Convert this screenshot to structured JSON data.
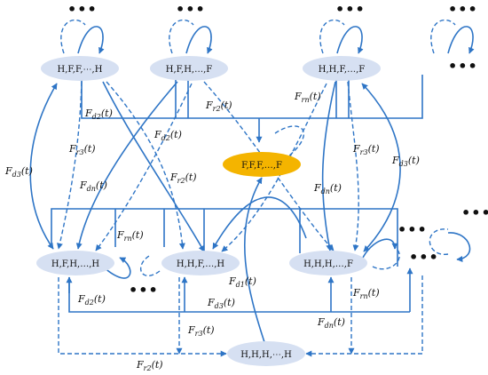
{
  "colors": {
    "arrow": "#2e75c6",
    "node_fill": "#d6e0f2",
    "target_fill": "#f4b400",
    "text": "#111111"
  },
  "nodes": {
    "n_hff_h": "H,F,F,⋯,H",
    "n_hfh_f": "H,F,H,…,F",
    "n_hhf_f": "H,H,F,…,F",
    "n_fff_f": "F,F,F,…,F",
    "n_hfh_h": "H,F,H,…,H",
    "n_hhf_h": "H,H,F,…,H",
    "n_hhh_f": "H,H,H,…,F",
    "n_hhh_h": "H,H,H,⋯,H"
  },
  "ellipsis": "•••",
  "labels": {
    "Fd2_a": {
      "main": "F",
      "sub": "d2",
      "arg": "(t)"
    },
    "Fr2_a": {
      "main": "F",
      "sub": "r2",
      "arg": "(t)"
    },
    "Frn_a": {
      "main": "F",
      "sub": "rn",
      "arg": "(t)"
    },
    "Fd2_b": {
      "main": "F",
      "sub": "d2",
      "arg": "(t)"
    },
    "Fr3_a": {
      "main": "F",
      "sub": "r3",
      "arg": "(t)"
    },
    "Fr3_b": {
      "main": "F",
      "sub": "r3",
      "arg": "(t)"
    },
    "Fd3_a": {
      "main": "F",
      "sub": "d3",
      "arg": "(t)"
    },
    "Fd3_b": {
      "main": "F",
      "sub": "d3",
      "arg": "(t)"
    },
    "Fr2_b": {
      "main": "F",
      "sub": "r2",
      "arg": "(t)"
    },
    "Fdn_a": {
      "main": "F",
      "sub": "dn",
      "arg": "(t)"
    },
    "Fdn_b": {
      "main": "F",
      "sub": "dn",
      "arg": "(t)"
    },
    "Frn_b": {
      "main": "F",
      "sub": "rn",
      "arg": "(t)"
    },
    "Fd1": {
      "main": "F",
      "sub": "d1",
      "arg": "(t)"
    },
    "Fd2_c": {
      "main": "F",
      "sub": "d2",
      "arg": "(t)"
    },
    "Fd3_c": {
      "main": "F",
      "sub": "d3",
      "arg": "(t)"
    },
    "Frn_c": {
      "main": "F",
      "sub": "rn",
      "arg": "(t)"
    },
    "Fr3_c": {
      "main": "F",
      "sub": "r3",
      "arg": "(t)"
    },
    "Fdn_c": {
      "main": "F",
      "sub": "dn",
      "arg": "(t)"
    },
    "Fr2_c": {
      "main": "F",
      "sub": "r2",
      "arg": "(t)"
    }
  }
}
